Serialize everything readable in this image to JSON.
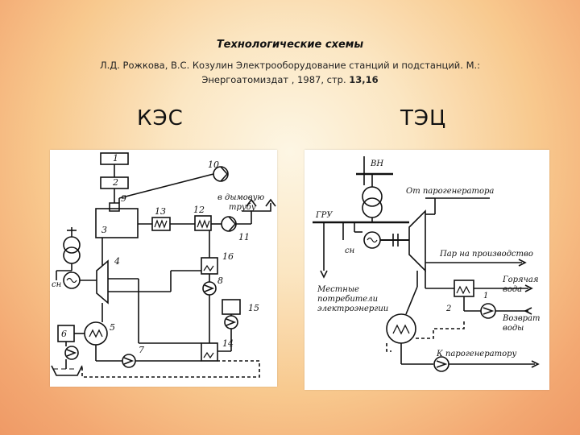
{
  "header": {
    "title": "Технологические схемы",
    "reference_main": "Л.Д. Рожкова, В.С. Козулин Электрооборудование станций и подстанций. М.: Энергоатомиздат , 1987, стр. ",
    "reference_pages": "13,16"
  },
  "kes": {
    "heading": "КЭС",
    "labels": {
      "n1": "1",
      "n2": "2",
      "n3": "3",
      "n4": "4",
      "n5": "5",
      "n6": "6",
      "n7": "7",
      "n8": "8",
      "n9": "9",
      "n10": "10",
      "n11": "11",
      "n12": "12",
      "n13": "13",
      "n14": "14",
      "n15": "15",
      "n16": "16",
      "chimney_line1": "в дымовую",
      "chimney_line2": "трубу",
      "sn": "сн"
    }
  },
  "tec": {
    "heading": "ТЭЦ",
    "labels": {
      "vn": "ВН",
      "gru": "ГРУ",
      "sn": "сн",
      "from_gen": "От парогенератора",
      "steam_prod": "Пар на производство",
      "local1": "Местные",
      "local2": "потребители",
      "local3": "электроэнергии",
      "hot1": "Горячая",
      "hot2": "вода",
      "return1": "Возврат",
      "return2": "воды",
      "to_gen": "К парогенератору",
      "n1": "1",
      "n2": "2"
    }
  }
}
